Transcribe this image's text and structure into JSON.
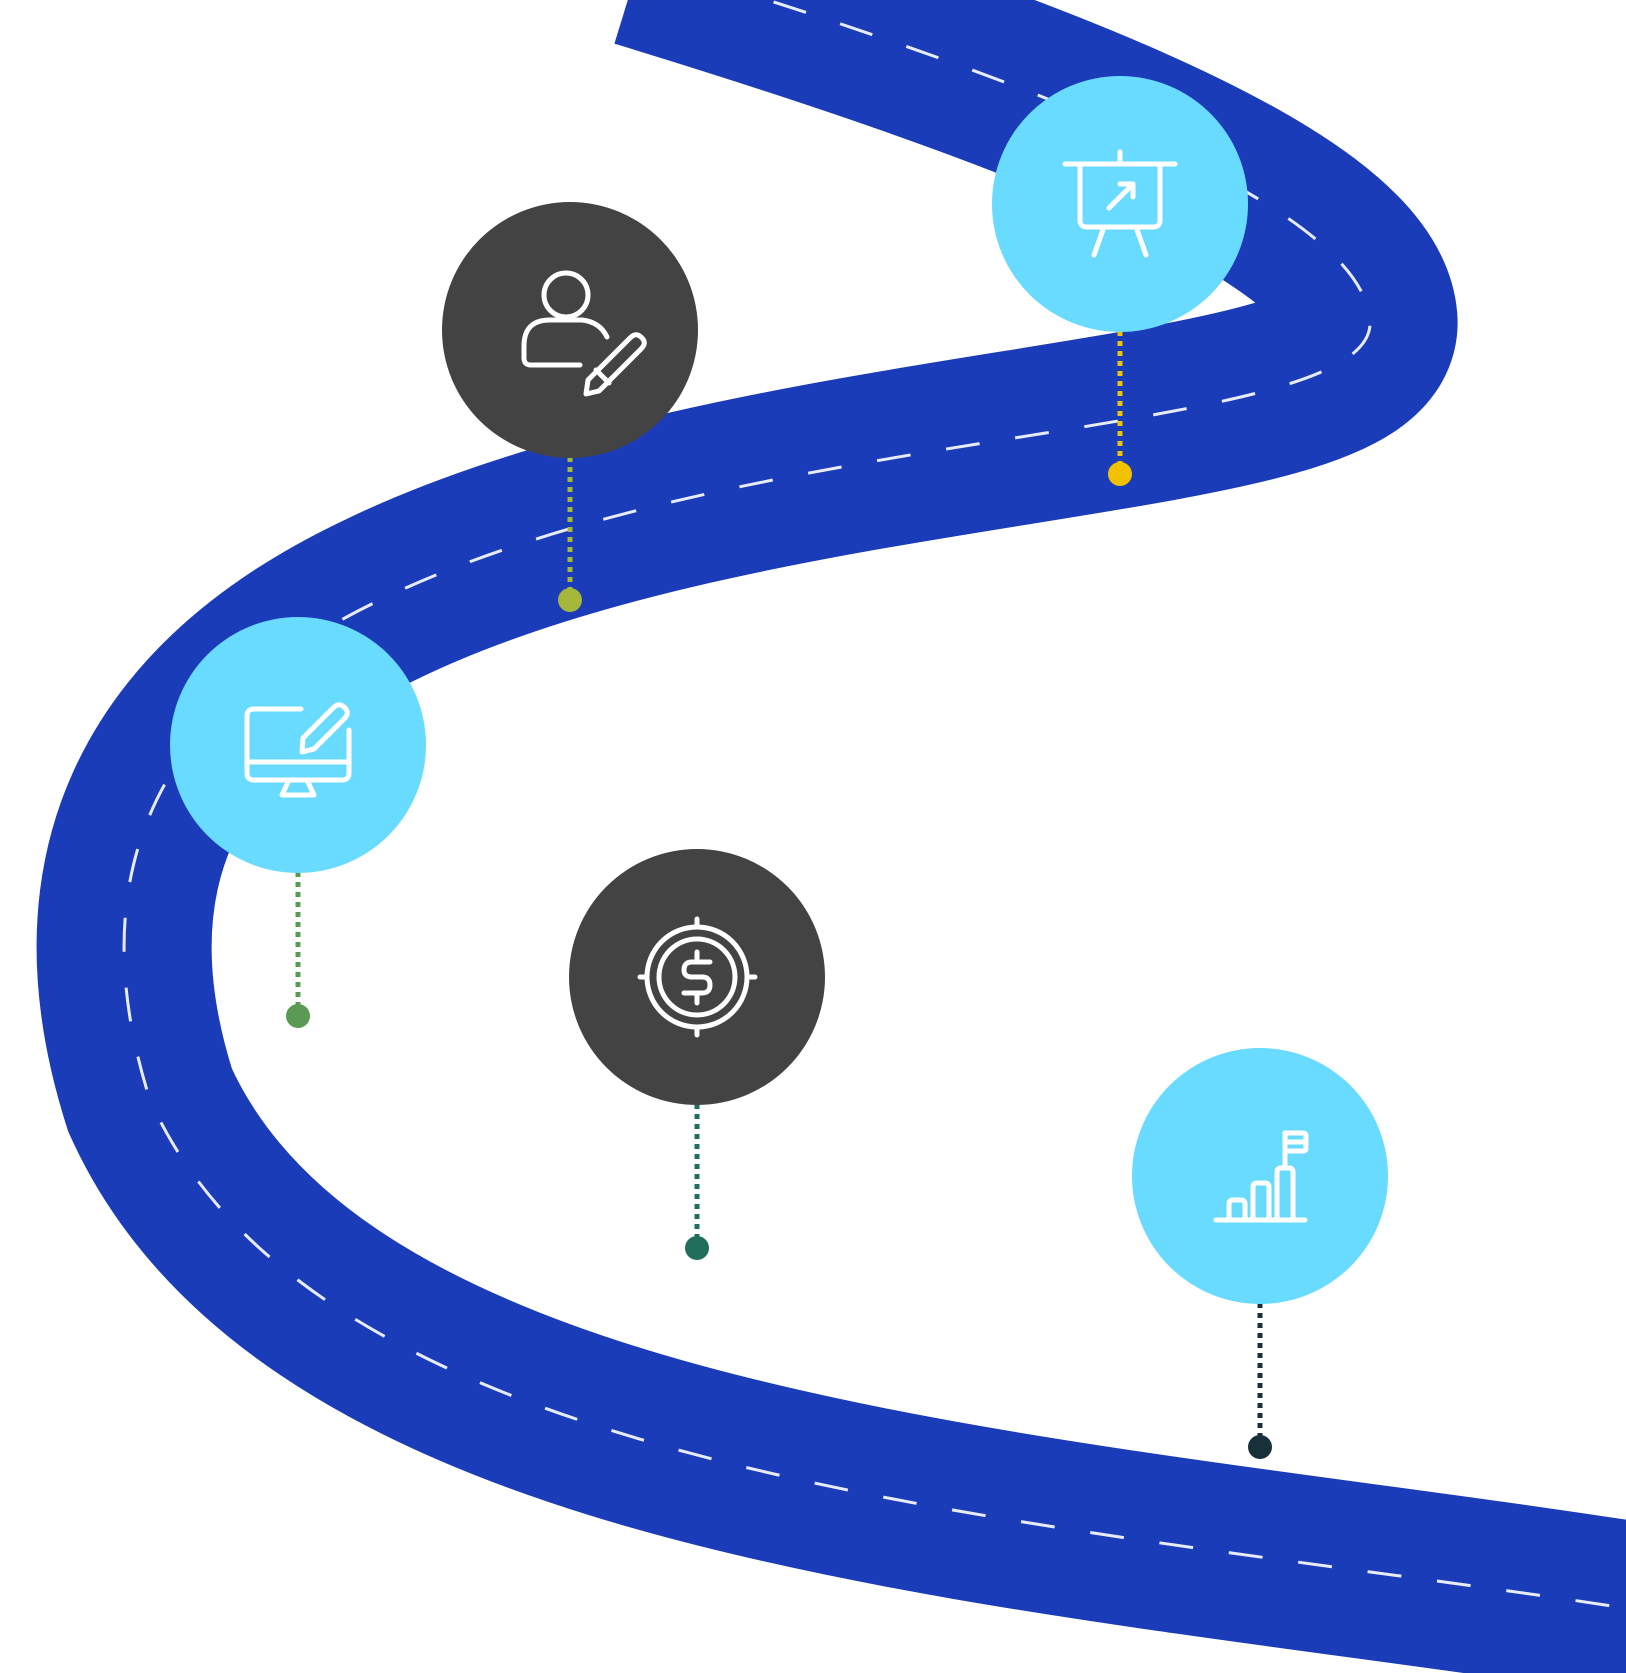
{
  "colors": {
    "road": "#1A3CB8",
    "road_dash": "#FFFFFF",
    "light_circle": "#69DBFF",
    "dark_circle": "#434343",
    "icon_stroke": "#FFFFFF"
  },
  "milestones": [
    {
      "id": "profile",
      "icon": "user-edit-icon",
      "circle_color": "#434343",
      "dot_color": "#A6B83A"
    },
    {
      "id": "presentation",
      "icon": "presentation-board-icon",
      "circle_color": "#69DBFF",
      "dot_color": "#F2C200"
    },
    {
      "id": "design",
      "icon": "monitor-edit-icon",
      "circle_color": "#69DBFF",
      "dot_color": "#5A9A55"
    },
    {
      "id": "budget",
      "icon": "dollar-target-icon",
      "circle_color": "#434343",
      "dot_color": "#1F6E5E"
    },
    {
      "id": "growth",
      "icon": "growth-chart-flag-icon",
      "circle_color": "#69DBFF",
      "dot_color": "#17303A"
    }
  ]
}
